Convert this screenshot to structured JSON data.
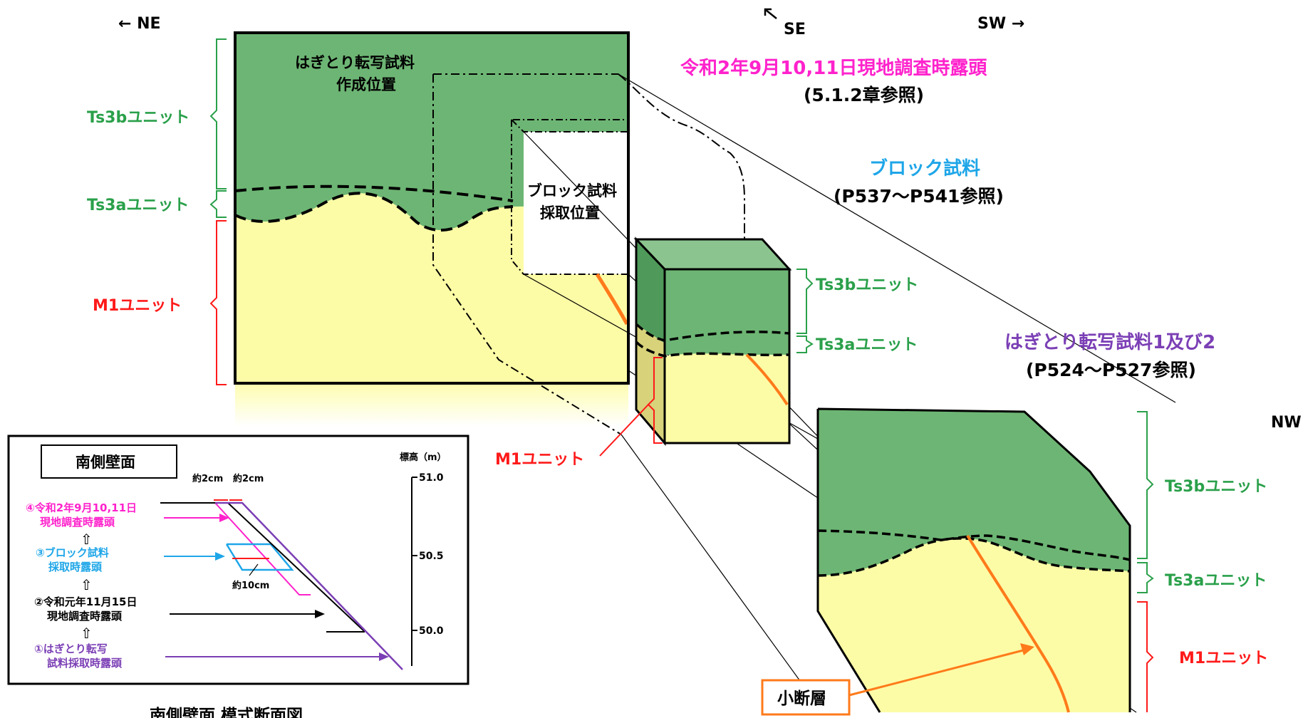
{
  "directions": {
    "ne": "← NE",
    "se": "SE",
    "sw": "SW →",
    "nw": "NW"
  },
  "main_panel": {
    "transfer_position_line1": "はぎとり転写試料",
    "transfer_position_line2": "作成位置",
    "block_position_line1": "ブロック試料",
    "block_position_line2": "採取位置",
    "unit_ts3b": "Ts3bユニット",
    "unit_ts3a": "Ts3aユニット",
    "unit_m1": "M1ユニット"
  },
  "titles": {
    "outcrop_title": "令和2年9月10,11日現地調査時露頭",
    "outcrop_ref": "(5.1.2章参照)",
    "block_title": "ブロック試料",
    "block_ref": "(P537～P541参照)",
    "transfer_title": "はぎとり転写試料1及び2",
    "transfer_ref": "(P524～P527参照)"
  },
  "block_sample": {
    "unit_ts3b": "Ts3bユニット",
    "unit_ts3a": "Ts3aユニット",
    "unit_m1": "M1ユニット"
  },
  "transfer_sample": {
    "unit_ts3b": "Ts3bユニット",
    "unit_ts3a": "Ts3aユニット",
    "unit_m1": "M1ユニット",
    "fault_label": "小断層"
  },
  "section_inset": {
    "header": "南側壁面",
    "elevation_label": "標高（m）",
    "ticks": [
      "51.0",
      "50.5",
      "50.0"
    ],
    "width_note_1": "約2cm",
    "width_note_2": "約2cm",
    "width_note_3": "約10cm",
    "stage4_line1": "④令和2年9月10,11日",
    "stage4_line2": "現地調査時露頭",
    "stage3_line1": "③ブロック試料",
    "stage3_line2": "採取時露頭",
    "stage2_line1": "②令和元年11月15日",
    "stage2_line2": "現地調査時露頭",
    "stage1_line1": "①はぎとり転写",
    "stage1_line2": "試料採取時露頭",
    "caption": "南側壁面 模式断面図"
  },
  "colors": {
    "green_unit": "#6db574",
    "yellow_unit": "#fdfca6",
    "magenta": "#ff22cc",
    "cyan": "#1ea6e8",
    "purple": "#7b3fb5",
    "green_text": "#2aa04a",
    "red": "#ff1a1a",
    "fault": "#ff7a1a"
  }
}
